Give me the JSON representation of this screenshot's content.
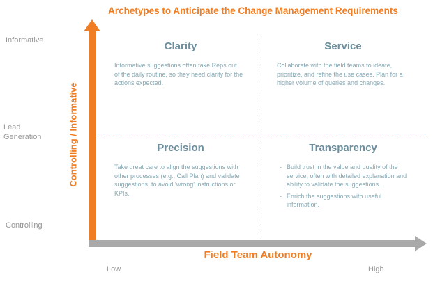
{
  "title": "Archetypes to Anticipate the Change Management Requirements",
  "y_axis": {
    "label": "Controlling / Informative",
    "ticks": {
      "top": "Informative",
      "middle": "Lead Generation",
      "bottom": "Controlling"
    }
  },
  "x_axis": {
    "label": "Field Team Autonomy",
    "ticks": {
      "left": "Low",
      "right": "High"
    }
  },
  "quadrants": {
    "top_left": {
      "title": "Clarity",
      "body": "Informative suggestions often take Reps out of the daily routine, so they need clarity for the actions expected."
    },
    "top_right": {
      "title": "Service",
      "body": "Collaborate with the field teams to ideate, prioritize, and refine the use cases. Plan for a higher volume of queries and changes."
    },
    "bottom_left": {
      "title": "Precision",
      "body": "Take great care to align the suggestions with other processes (e.g., Call Plan) and validate suggestions, to avoid 'wrong' instructions or KPIs."
    },
    "bottom_right": {
      "title": "Transparency",
      "bullets": [
        "Build trust in the value and quality of the service, often with detailed explanation and ability to validate the suggestions.",
        "Enrich the suggestions with useful information."
      ]
    }
  },
  "colors": {
    "accent_orange": "#F07D22",
    "teal_heading": "#6C8E9D",
    "teal_body": "#86A8B3",
    "axis_gray": "#A9A9A9",
    "tick_gray": "#989898",
    "dashed_line": "#4E7F8E"
  }
}
